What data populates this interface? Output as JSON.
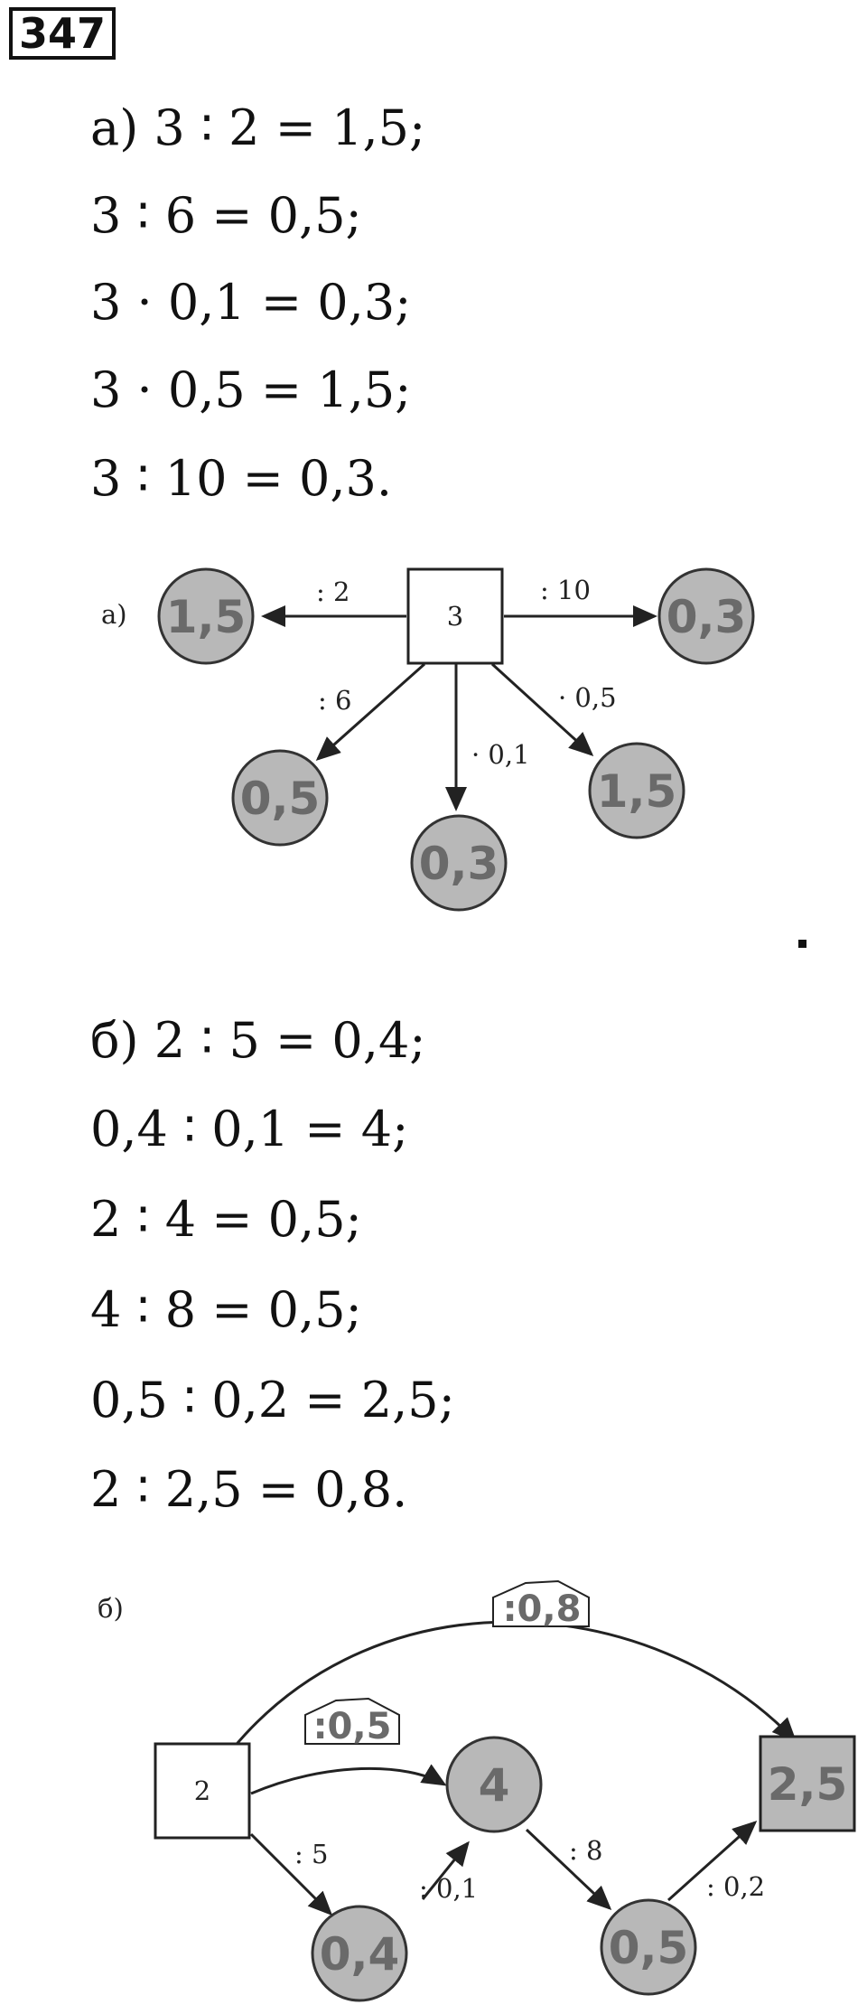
{
  "problem_number": "347",
  "part_a": {
    "equations": [
      "а) 3 ∶ 2 = 1,5;",
      "3 ∶ 6 = 0,5;",
      "3 · 0,1 = 0,3;",
      "3 · 0,5 = 1,5;",
      "3 ∶ 10 = 0,3."
    ],
    "diagram": {
      "label": "а)",
      "center": "3",
      "nodes": {
        "left": "1,5",
        "right": "0,3",
        "bottom_left": "0,5",
        "bottom": "0,3",
        "bottom_right": "1,5"
      },
      "ops": {
        "left": ": 2",
        "right": ": 10",
        "bottom_left": ": 6",
        "bottom": "· 0,1",
        "bottom_right": "· 0,5"
      }
    }
  },
  "part_b": {
    "equations": [
      "б) 2 ∶ 5 = 0,4;",
      "0,4 ∶ 0,1 = 4;",
      "2 ∶ 4 = 0,5;",
      "4 ∶ 8 = 0,5;",
      "0,5 ∶ 0,2 = 2,5;",
      "2 ∶ 2,5 = 0,8."
    ],
    "diagram": {
      "label": "б)",
      "start": "2",
      "end": "2,5",
      "nodes": {
        "n04": "0,4",
        "n4": "4",
        "n05": "0,5"
      },
      "ops": {
        "to04": ": 5",
        "to4": ": 0,1",
        "to05": ": 8",
        "toEnd": ": 0,2",
        "arc_small": ":0,5",
        "arc_big": ":0,8"
      }
    }
  }
}
